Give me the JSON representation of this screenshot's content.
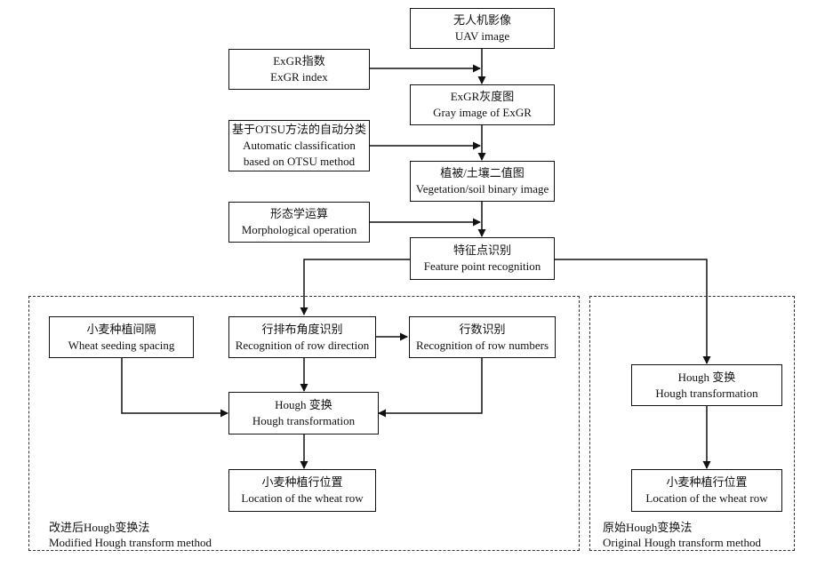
{
  "nodes": {
    "uav": {
      "zh": "无人机影像",
      "en": "UAV image"
    },
    "exgr_index": {
      "zh": "ExGR指数",
      "en": "ExGR index"
    },
    "exgr_gray": {
      "zh": "ExGR灰度图",
      "en": "Gray image of ExGR"
    },
    "otsu": {
      "zh": "基于OTSU方法的自动分类",
      "en1": "Automatic classification",
      "en2": "based on OTSU method"
    },
    "binary": {
      "zh": "植被/土壤二值图",
      "en": "Vegetation/soil binary image"
    },
    "morph": {
      "zh": "形态学运算",
      "en": "Morphological operation"
    },
    "feature": {
      "zh": "特征点识别",
      "en": "Feature point recognition"
    },
    "spacing": {
      "zh": "小麦种植间隔",
      "en": "Wheat seeding spacing"
    },
    "row_dir": {
      "zh": "行排布角度识别",
      "en": "Recognition of row direction"
    },
    "row_num": {
      "zh": "行数识别",
      "en": "Recognition of row numbers"
    },
    "hough_mod": {
      "zh": "Hough 变换",
      "en": "Hough transformation"
    },
    "loc_mod": {
      "zh": "小麦种植行位置",
      "en": "Location of the wheat row"
    },
    "hough_orig": {
      "zh": "Hough 变换",
      "en": "Hough transformation"
    },
    "loc_orig": {
      "zh": "小麦种植行位置",
      "en": "Location of the wheat row"
    }
  },
  "regions": {
    "modified": {
      "zh": "改进后Hough变换法",
      "en": "Modified Hough transform method"
    },
    "original": {
      "zh": "原始Hough变换法",
      "en": "Original Hough transform method"
    }
  }
}
